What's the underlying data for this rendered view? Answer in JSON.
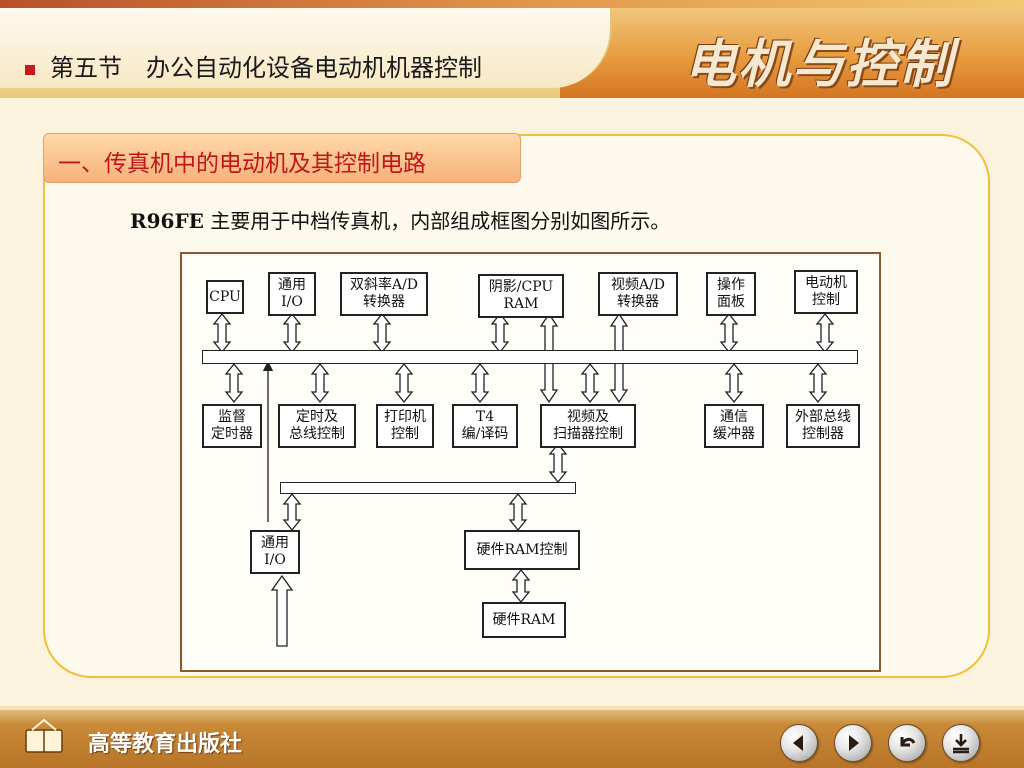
{
  "header": {
    "section_title": "第五节　办公自动化设备电动机机器控制",
    "brand": "电机与控制"
  },
  "subtitle": "一、传真机中的电动机及其控制电路",
  "intro": {
    "model": "R96FE",
    "text": " 主要用于中档传真机，内部组成框图分别如图所示。"
  },
  "diagram": {
    "top_blocks": {
      "cpu": "CPU",
      "general_io_top": "通用\nI/O",
      "adc": "双斜率A/D\n转换器",
      "shadow_ram": "阴影/CPU\nRAM",
      "video_adc": "视频A/D\n转换器",
      "panel": "操作\n面板",
      "motor_ctrl": "电动机\n控制"
    },
    "bottom_blocks": {
      "watchdog": "监督\n定时器",
      "timer_bus": "定时及\n总线控制",
      "printer": "打印机\n控制",
      "t4": "T4\n编/译码",
      "video_scan": "视频及\n扫描器控制",
      "comm_buffer": "通信\n缓冲器",
      "ext_bus": "外部总线\n控制器"
    },
    "lower_blocks": {
      "general_io_bottom": "通用\nI/O",
      "hw_ram_ctrl": "硬件RAM控制",
      "hw_ram": "硬件RAM"
    }
  },
  "footer": {
    "publisher": "高等教育出版社",
    "nav": [
      "previous",
      "next",
      "return",
      "exit"
    ]
  },
  "colors": {
    "accent_red": "#c0161b",
    "panel_border": "#f0c03c",
    "footer_brown": "#b87428"
  }
}
